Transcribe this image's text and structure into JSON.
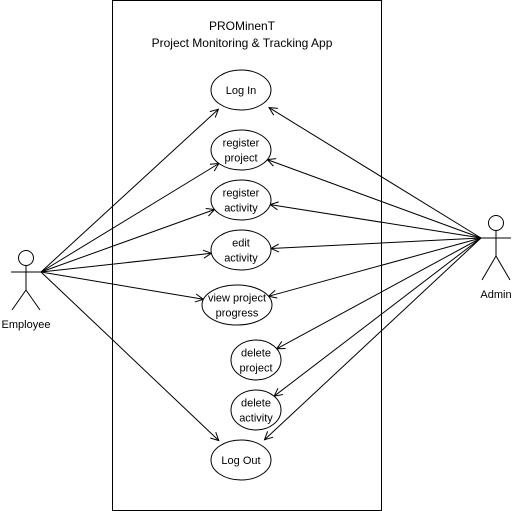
{
  "system": {
    "title_line1": "PROMinenT",
    "title_line2": "Project Monitoring & Tracking App"
  },
  "actors": {
    "employee": {
      "label": "Employee"
    },
    "admin": {
      "label": "Admin"
    }
  },
  "use_cases": [
    {
      "id": "login",
      "lines": [
        "Log In"
      ]
    },
    {
      "id": "register-project",
      "lines": [
        "register",
        "project"
      ]
    },
    {
      "id": "register-activity",
      "lines": [
        "register",
        "activity"
      ]
    },
    {
      "id": "edit-activity",
      "lines": [
        "edit",
        "activity"
      ]
    },
    {
      "id": "view-project-progress",
      "lines": [
        "view project",
        "progress"
      ]
    },
    {
      "id": "delete-project",
      "lines": [
        "delete",
        "project"
      ]
    },
    {
      "id": "delete-activity",
      "lines": [
        "delete",
        "activity"
      ]
    },
    {
      "id": "logout",
      "lines": [
        "Log Out"
      ]
    }
  ],
  "associations": {
    "employee": [
      "login",
      "register-project",
      "register-activity",
      "edit-activity",
      "view-project-progress",
      "logout"
    ],
    "admin": [
      "login",
      "register-project",
      "register-activity",
      "edit-activity",
      "view-project-progress",
      "delete-project",
      "delete-activity",
      "logout"
    ]
  }
}
